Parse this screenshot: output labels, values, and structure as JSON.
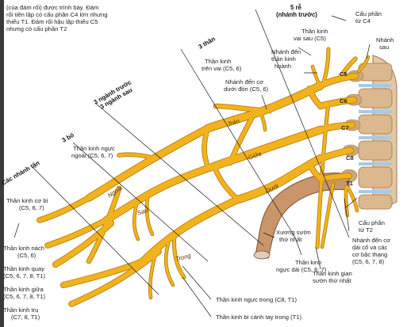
{
  "labels": {
    "top_note": [
      "(của đám rối) được trình bày. Đám",
      "rối tiền lập có cấu phần C4 lớn nhưng",
      "thiếu T1. Đám rối hậu lập thiếu C5",
      "nhưng có cấu phần T2"
    ],
    "five_roots": [
      "5 rễ",
      "(nhánh trước)"
    ],
    "c4_component": [
      "Cấu phần",
      "từ C4"
    ],
    "branch": [
      "Nhánh",
      "sau"
    ],
    "dorsal_scapular": [
      "Thần kinh",
      "vai sau (C5)"
    ],
    "phrenic_branch": [
      "Nhánh đến",
      "thần kinh",
      "hoành"
    ],
    "three_trunks": "3 thân",
    "suprascapular": [
      "Thần kinh",
      "trên vai (C5, 6)"
    ],
    "subclavius": [
      "Nhánh đến cơ",
      "dưới đòn (C5, 6)"
    ],
    "divisions": [
      "3 ngành trước",
      "3 ngành sau"
    ],
    "three_cords": "3 bó",
    "lateral_pectoral": [
      "Thần kinh ngực",
      "ngoài (C5, 6, 7)"
    ],
    "terminal_branches": "Các nhánh tận",
    "musculocutaneous": [
      "Thần kinh cơ bì",
      "(C5, 6, 7)"
    ],
    "axillary": [
      "Thần kinh nách",
      "(C5, 6)"
    ],
    "radial": [
      "Thần kinh quay",
      "(C5, 6, 7, 8, T1)"
    ],
    "median": [
      "Thần kinh giữa",
      "(C5, 6, 7, 8, T1)"
    ],
    "ulnar": [
      "Thần kinh trụ",
      "(C7, 8, T1)"
    ],
    "upper_trunk": "Trên",
    "middle_trunk": "Giữa",
    "lower_trunk": "Dưới",
    "lateral_cord": "Ngoài",
    "posterior_cord": "Sau",
    "medial_cord": "Trong",
    "first_rib": [
      "Xương sườn",
      "thứ nhất"
    ],
    "long_thoracic": [
      "Thần kinh",
      "ngực dài (C5, 6, 7)"
    ],
    "first_intercostal": [
      "Thần kinh gian",
      "sườn thứ nhất"
    ],
    "t2_component": [
      "Cấu phần",
      "từ T2"
    ],
    "scalene_branch": [
      "Nhánh đến cơ",
      "dài cổ và các",
      "cơ bậc thang",
      "(C5, 6, 7, 8)"
    ],
    "medial_pectoral": "Thần kinh ngực trong (C8, T1)",
    "medial_brachial_cutaneous": "Thần kinh bì cánh tay trong (T1)",
    "roots": [
      "C5",
      "C6",
      "C7",
      "C8",
      "T1"
    ]
  },
  "colors": {
    "nerve": "#f2b21d",
    "nerve_edge": "#b07a0c",
    "bone": "#c9956a",
    "vertebra": "#e4c7a2",
    "disc": "#a8c9e3"
  }
}
